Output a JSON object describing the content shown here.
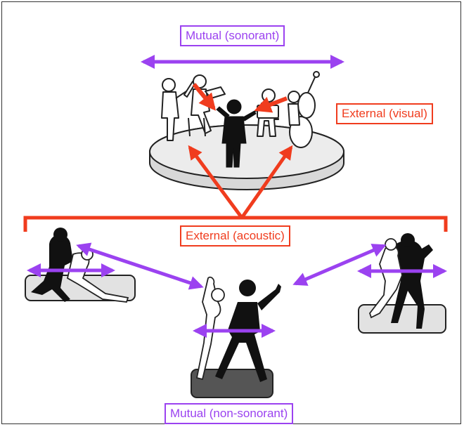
{
  "labels": {
    "mutual_sonorant": "Mutual (sonorant)",
    "external_visual": "External (visual)",
    "external_acoustic": "External (acoustic)",
    "mutual_nonsonorant": "Mutual (non-sonorant)"
  },
  "colors": {
    "mutual": "#9b42f0",
    "external": "#f03c1e",
    "outline": "#222222",
    "platform": "#e6e6e6"
  },
  "icons": [
    "orchestra-stage-icon",
    "conductor-icon",
    "guitarist-icon",
    "violinist-icon",
    "accordionist-icon",
    "cellist-icon",
    "dancing-couple-left-icon",
    "dancing-couple-center-icon",
    "dancing-couple-right-icon"
  ]
}
